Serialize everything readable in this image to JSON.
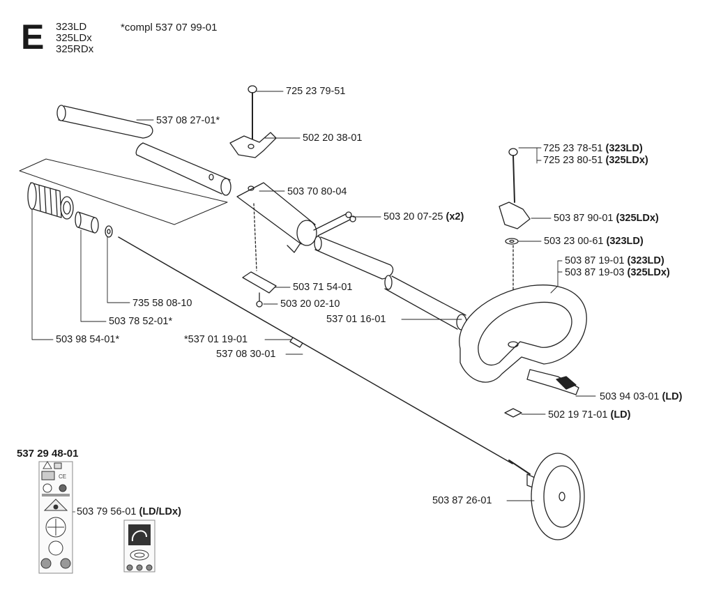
{
  "header": {
    "section_letter": "E",
    "models": [
      "323LD",
      "325LDx",
      "325RDx"
    ],
    "complete_note": "*compl 537 07 99-01"
  },
  "parts": [
    {
      "number": "725 23 79-51",
      "note": ""
    },
    {
      "number": "537 08 27-01*",
      "note": ""
    },
    {
      "number": "502 20 38-01",
      "note": ""
    },
    {
      "number": "725 23 78-51",
      "note": "(323LD)"
    },
    {
      "number": "725 23 80-51",
      "note": "(325LDx)"
    },
    {
      "number": "503 70 80-04",
      "note": ""
    },
    {
      "number": "503 20 07-25",
      "note": "(x2)"
    },
    {
      "number": "503 87 90-01",
      "note": "(325LDx)"
    },
    {
      "number": "503 23 00-61",
      "note": "(323LD)"
    },
    {
      "number": "503 87 19-01",
      "note": "(323LD)"
    },
    {
      "number": "503 87 19-03",
      "note": "(325LDx)"
    },
    {
      "number": "503 71 54-01",
      "note": ""
    },
    {
      "number": "735 58 08-10",
      "note": ""
    },
    {
      "number": "503 20 02-10",
      "note": ""
    },
    {
      "number": "537 01 16-01",
      "note": ""
    },
    {
      "number": "503 78 52-01*",
      "note": ""
    },
    {
      "number": "503 98 54-01*",
      "note": ""
    },
    {
      "number": "*537 01 19-01",
      "note": ""
    },
    {
      "number": "537 08 30-01",
      "note": ""
    },
    {
      "number": "503 94 03-01",
      "note": "(LD)"
    },
    {
      "number": "502 19 71-01",
      "note": "(LD)"
    },
    {
      "number": "503 87 26-01",
      "note": ""
    },
    {
      "number": "503 79 56-01",
      "note": "(LD/LDx)"
    }
  ],
  "decal_kit": {
    "number": "537 29 48-01",
    "ce_mark": "CE"
  }
}
